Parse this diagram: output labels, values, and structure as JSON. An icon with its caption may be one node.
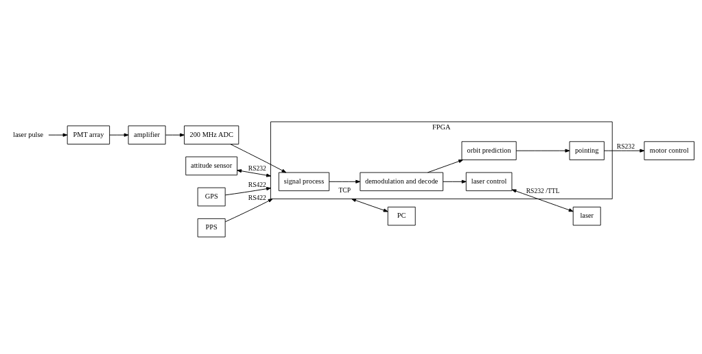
{
  "diagram": {
    "nodes": [
      {
        "text": [
          "laser pulse"
        ]
      },
      {
        "text": [
          "PMT array"
        ]
      },
      {
        "text": [
          "amplifier"
        ]
      },
      {
        "text": [
          "200 MHz ADC"
        ]
      },
      {
        "text": [
          "attitude sensor"
        ]
      },
      {
        "text": [
          "GPS"
        ]
      },
      {
        "text": [
          "PPS"
        ]
      },
      {
        "text": [
          "FPGA"
        ]
      },
      {
        "text": [
          "signal process"
        ],
        "in": 7
      },
      {
        "text": [
          "demodulation and decode"
        ],
        "in": 7
      },
      {
        "text": [
          "laser control"
        ],
        "in": 7
      },
      {
        "text": [
          "orbit prediction"
        ],
        "in": 7
      },
      {
        "text": [
          "pointing"
        ],
        "in": 7
      },
      {
        "text": [
          "PC"
        ]
      },
      {
        "text": [
          "laser"
        ]
      },
      {
        "text": [
          "motor control"
        ]
      }
    ],
    "edges": [
      {
        "from": 0,
        "to": 1,
        "arrow": "to"
      },
      {
        "from": 1,
        "to": 2,
        "arrow": "to"
      },
      {
        "from": 2,
        "to": 3,
        "arrow": "to"
      },
      {
        "from": 3,
        "to": 8,
        "arrow": "to"
      },
      {
        "from": 4,
        "to": 7,
        "arrow": "both",
        "label": "RS232"
      },
      {
        "from": 5,
        "to": 7,
        "arrow": "to",
        "label": "RS422"
      },
      {
        "from": 6,
        "to": 7,
        "arrow": "to",
        "label": "RS422"
      },
      {
        "from": 7,
        "to": 13,
        "arrow": "both",
        "label": "TCP"
      },
      {
        "from": 10,
        "to": 14,
        "arrow": "both",
        "label": "RS232 /TTL"
      },
      {
        "from": 8,
        "to": 9,
        "arrow": "to"
      },
      {
        "from": 9,
        "to": 10,
        "arrow": "to"
      },
      {
        "from": 9,
        "to": 11,
        "arrow": "to"
      },
      {
        "from": 11,
        "to": 12,
        "arrow": "to"
      },
      {
        "from": 12,
        "to": 15,
        "arrow": "to",
        "label": "RS232"
      }
    ]
  }
}
